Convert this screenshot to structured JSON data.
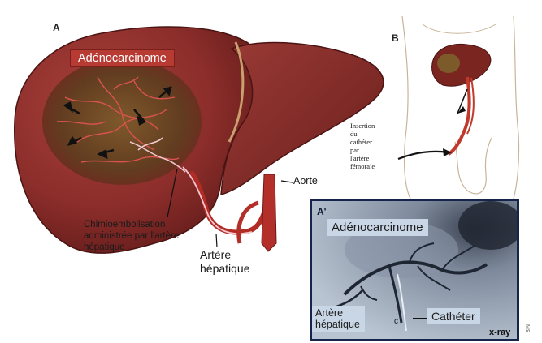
{
  "panels": {
    "a_letter": "A",
    "b_letter": "B",
    "a_prime_letter": "A'"
  },
  "panel_a": {
    "tumor_label": "Adénocarcinome",
    "chemo_label": [
      "Chimioembolisation",
      "administrée par l'artère",
      "hépatique"
    ],
    "aorta_label": "Aorte",
    "hepatic_artery_label": [
      "Artère",
      "hépatique"
    ]
  },
  "panel_b": {
    "insertion_label": [
      "Insertion",
      "du",
      "cathéter",
      "par",
      "l'artère",
      "fémorale"
    ]
  },
  "panel_a_prime": {
    "tumor_label": "Adénocarcinome",
    "hepatic_artery_label": [
      "Artère",
      "hépatique"
    ],
    "catheter_label": "Cathéter",
    "c_marker": "c",
    "xray_label": "x-ray",
    "signature": "MS"
  },
  "colors": {
    "liver": "#8b2d2a",
    "tumor_box": "#b73a33",
    "xray_frame": "#16234a",
    "artery": "#c0392b"
  }
}
